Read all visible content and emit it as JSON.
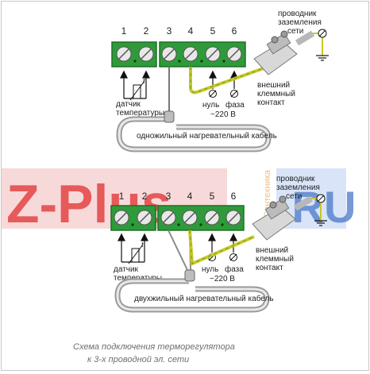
{
  "colors": {
    "terminal_block": "#2f9a3a",
    "terminal_block_dark": "#1f7028",
    "screw": "#e6e6e6",
    "ground_wire": "#c9c820",
    "ground_wire_stripe": "#7aa52c",
    "cable": "#9a9a9a",
    "watermark_red": "#e23b3b",
    "watermark_blue": "#4a78c8",
    "caption": "#6e6e6e"
  },
  "top_diagram": {
    "terminal_numbers": [
      "1",
      "2",
      "3",
      "4",
      "5",
      "6"
    ],
    "sensor_label_1": "датчик",
    "sensor_label_2": "температуры",
    "neutral_label": "нуль",
    "phase_label": "фаза",
    "voltage_label": "~220 В",
    "ground_label_1": "проводник",
    "ground_label_2": "заземления",
    "ground_label_3": "сети",
    "contact_label_1": "внешний",
    "contact_label_2": "клеммный",
    "contact_label_3": "контакт",
    "cable_label": "одножильный нагревательный кабель"
  },
  "bottom_diagram": {
    "terminal_numbers": [
      "1",
      "2",
      "3",
      "4",
      "5",
      "6"
    ],
    "sensor_label_1": "датчик",
    "sensor_label_2": "температуры",
    "neutral_label": "нуль",
    "phase_label": "фаза",
    "voltage_label": "~220 В",
    "ground_label_1": "проводник",
    "ground_label_2": "заземления",
    "ground_label_3": "сети",
    "contact_label_1": "внешний",
    "contact_label_2": "клеммный",
    "contact_label_3": "контакт",
    "cable_label": "двухжильный нагревательный кабель"
  },
  "watermark": {
    "left": "Z-Plus",
    "domain": ".RU",
    "vertical": "Сантехника"
  },
  "caption": {
    "line1": "Схема подключения терморегулятора",
    "line2": "к 3-х проводной эл. сети"
  },
  "icons": {
    "terminal_screw": "slotted-screw-icon",
    "ground": "ground-symbol-icon",
    "thermistor": "thermistor-icon",
    "connection_point": "circle-terminal-icon"
  }
}
